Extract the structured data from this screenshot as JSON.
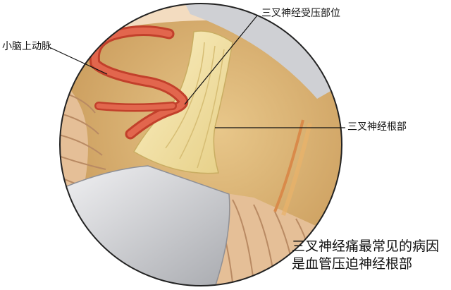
{
  "labels": {
    "artery": "小脑上动脉",
    "compression_site": "三叉神经受压部位",
    "nerve_root": "三叉神经根部"
  },
  "caption": {
    "line1": "三叉神经痛最常见的病因",
    "line2": "是血管压迫神经根部"
  },
  "colors": {
    "artery": "#d9503a",
    "nerve": "#f1e2a6",
    "brain": "#e9c9a8",
    "retractor": "#d9d9db"
  }
}
